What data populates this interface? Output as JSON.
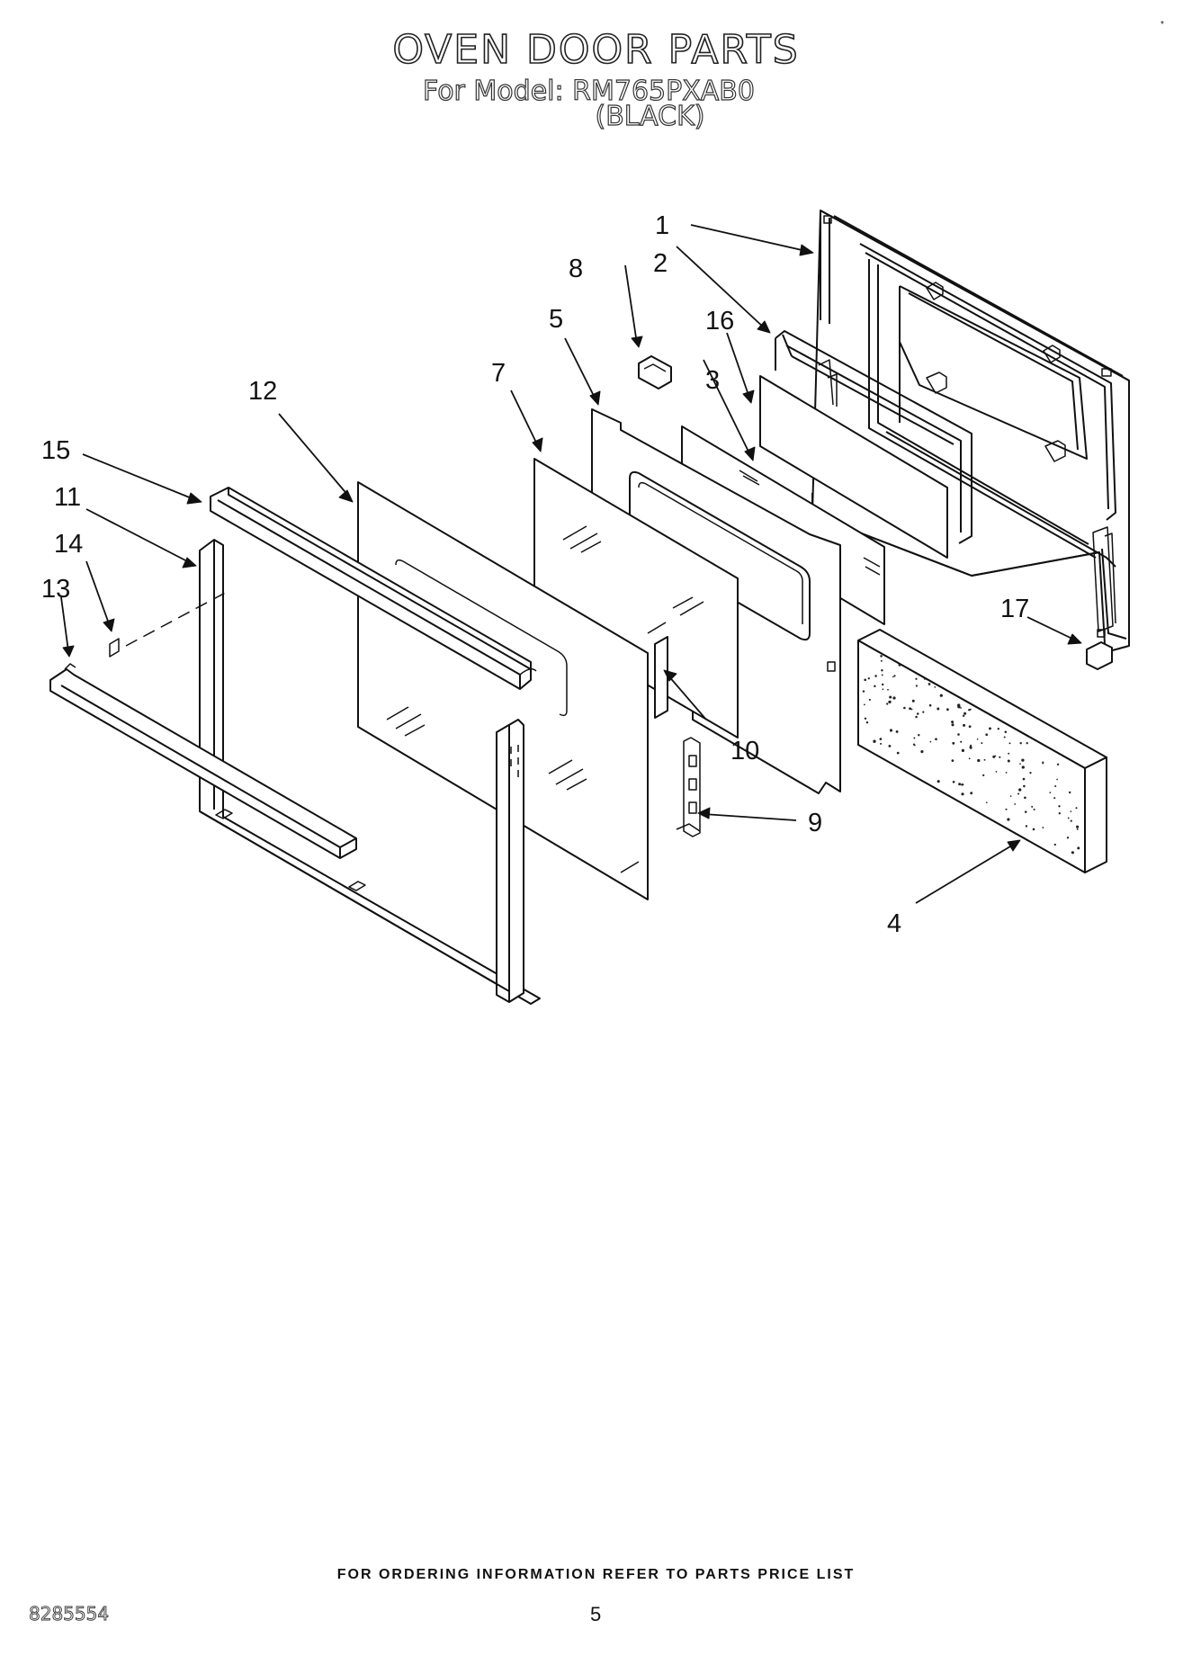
{
  "header": {
    "title": "OVEN DOOR PARTS",
    "model_line": "For Model: RM765PXAB0",
    "color_line": "(BLACK)"
  },
  "diagram": {
    "callouts": [
      {
        "id": "1",
        "label": "1"
      },
      {
        "id": "2",
        "label": "2"
      },
      {
        "id": "3",
        "label": "3"
      },
      {
        "id": "4",
        "label": "4"
      },
      {
        "id": "5",
        "label": "5"
      },
      {
        "id": "7",
        "label": "7"
      },
      {
        "id": "8",
        "label": "8"
      },
      {
        "id": "9",
        "label": "9"
      },
      {
        "id": "10",
        "label": "10"
      },
      {
        "id": "11",
        "label": "11"
      },
      {
        "id": "12",
        "label": "12"
      },
      {
        "id": "13",
        "label": "13"
      },
      {
        "id": "14",
        "label": "14"
      },
      {
        "id": "15",
        "label": "15"
      },
      {
        "id": "16",
        "label": "16"
      },
      {
        "id": "17",
        "label": "17"
      }
    ]
  },
  "footer": {
    "ordering_note": "FOR ORDERING INFORMATION REFER TO PARTS PRICE LIST",
    "doc_number": "8285554",
    "page_number": "5",
    "corner_mark": "*"
  }
}
